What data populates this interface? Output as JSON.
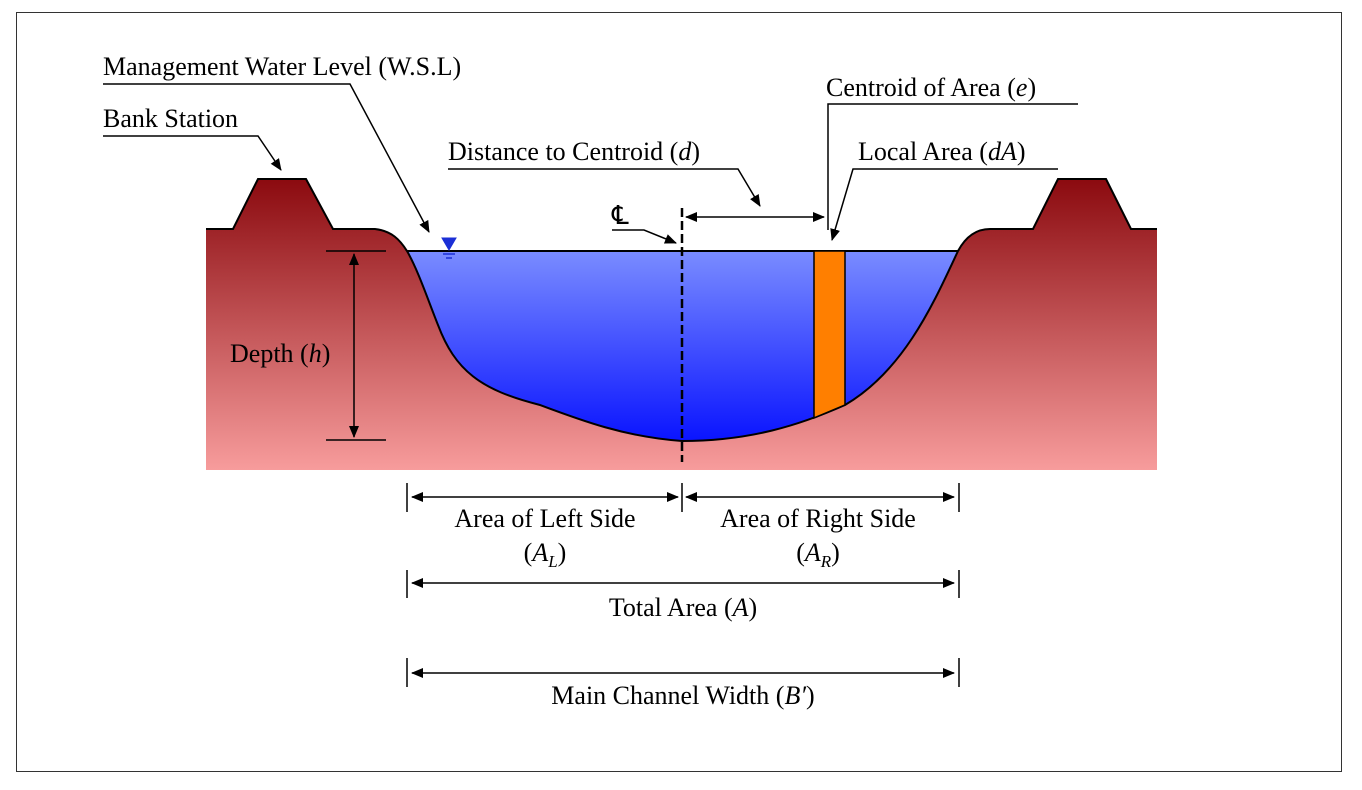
{
  "labels": {
    "management_water_level": "Management Water Level (W.S.L)",
    "bank_station": "Bank Station",
    "centroid_of_area_prefix": "Centroid of Area (",
    "centroid_of_area_var": "e",
    "distance_to_centroid_prefix": "Distance to Centroid (",
    "distance_to_centroid_var": "d",
    "local_area_prefix": "Local Area (",
    "local_area_var": "dA",
    "centerline_symbol": "℄",
    "depth_prefix": "Depth (",
    "depth_var": "h",
    "area_left_line1": "Area of Left Side",
    "area_left_var": "A",
    "area_left_sub": "L",
    "area_right_line1": "Area of Right Side",
    "area_right_var": "A",
    "area_right_sub": "R",
    "total_area_prefix": "Total Area (",
    "total_area_var": "A",
    "main_channel_width_prefix": "Main Channel Width (",
    "main_channel_width_var": "B′",
    "close_paren": ")"
  },
  "colors": {
    "ground_top": "#8b0a0f",
    "ground_bottom": "#f79c9c",
    "water_top": "#7a8cff",
    "water_bottom": "#0a14ff",
    "local_area_strip": "#ff7f00",
    "water_symbol": "#1b2fd6"
  }
}
